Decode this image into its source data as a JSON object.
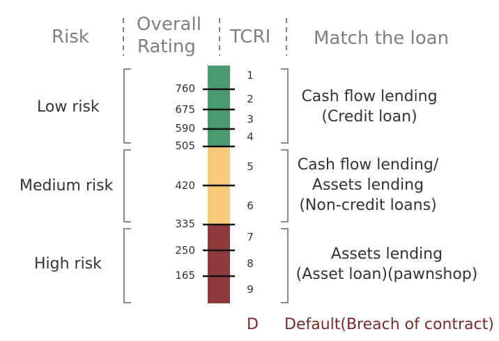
{
  "headers": {
    "risk": "Risk",
    "overall_rating_line1": "Overall",
    "overall_rating_line2": "Rating",
    "tcri": "TCRI",
    "match": "Match the loan"
  },
  "risk_levels": [
    {
      "label": "Low risk",
      "color": "#4a9a72"
    },
    {
      "label": "Medium risk",
      "color": "#f6c877"
    },
    {
      "label": "High risk",
      "color": "#8c3a3a"
    }
  ],
  "scores": [
    "760",
    "675",
    "590",
    "505",
    "420",
    "335",
    "250",
    "165"
  ],
  "tcri_levels": [
    "1",
    "2",
    "3",
    "4",
    "5",
    "6",
    "7",
    "8",
    "9"
  ],
  "matches": [
    {
      "line1": "Cash flow lending",
      "line2": "(Credit loan)"
    },
    {
      "line1": "Cash flow lending/",
      "line2": "Assets lending",
      "line3": "(Non-credit loans)"
    },
    {
      "line1": "Assets lending",
      "line2": "(Asset loan)(pawnshop)"
    }
  ],
  "default": {
    "code": "D",
    "label": "Default(Breach of contract)",
    "color": "#7b2a2a"
  },
  "colors": {
    "bracket": "#8a8a8a",
    "divider": "#7f7f7f",
    "tick": "#111111"
  }
}
